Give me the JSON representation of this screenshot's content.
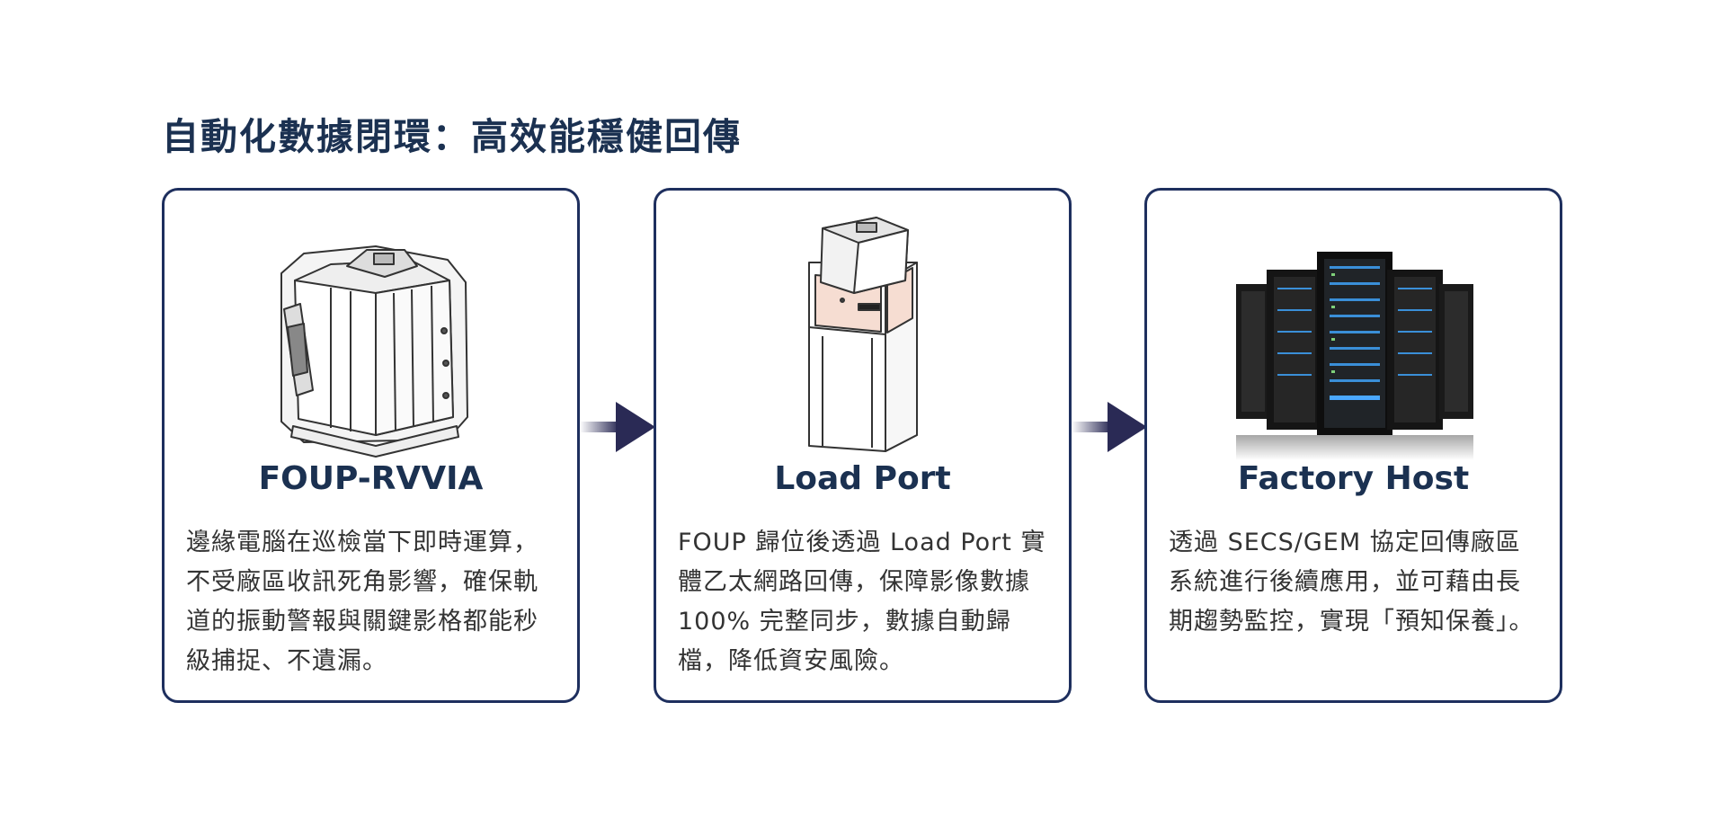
{
  "page": {
    "title": "自動化數據閉環：高效能穩健回傳"
  },
  "steps": [
    {
      "icon": "foup-device-illustration",
      "title": "FOUP-RVVIA",
      "description": "邊緣電腦在巡檢當下即時運算，不受廠區收訊死角影響，確保軌道的振動警報與關鍵影格都能秒級捕捉、不遺漏。"
    },
    {
      "icon": "load-port-illustration",
      "title": "Load Port",
      "description": "FOUP 歸位後透過 Load Port 實體乙太網路回傳，保障影像數據 100% 完整同步，數據自動歸檔，降低資安風險。"
    },
    {
      "icon": "server-rack-illustration",
      "title": "Factory Host",
      "description": "透過 SECS/GEM 協定回傳廠區系統進行後續應用，並可藉由長期趨勢監控，實現「預知保養」。"
    }
  ],
  "flow": {
    "arrow_icon": "right-arrow-icon"
  },
  "colors": {
    "title": "#1b3151",
    "card_border": "#1e2f5e",
    "arrow": "#2a2a55",
    "body_text": "#333333"
  }
}
